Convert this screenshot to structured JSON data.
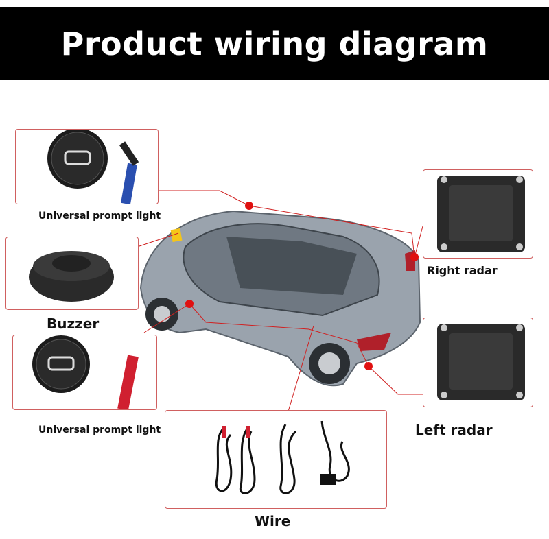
{
  "title": "Product wiring diagram",
  "components": {
    "prompt_light_top": "Universal prompt light",
    "buzzer": "Buzzer",
    "prompt_light_bottom": "Universal prompt light",
    "right_radar": "Right radar",
    "left_radar": "Left radar",
    "wire": "Wire"
  },
  "colors": {
    "accent": "#e01010",
    "header": "#000000"
  }
}
